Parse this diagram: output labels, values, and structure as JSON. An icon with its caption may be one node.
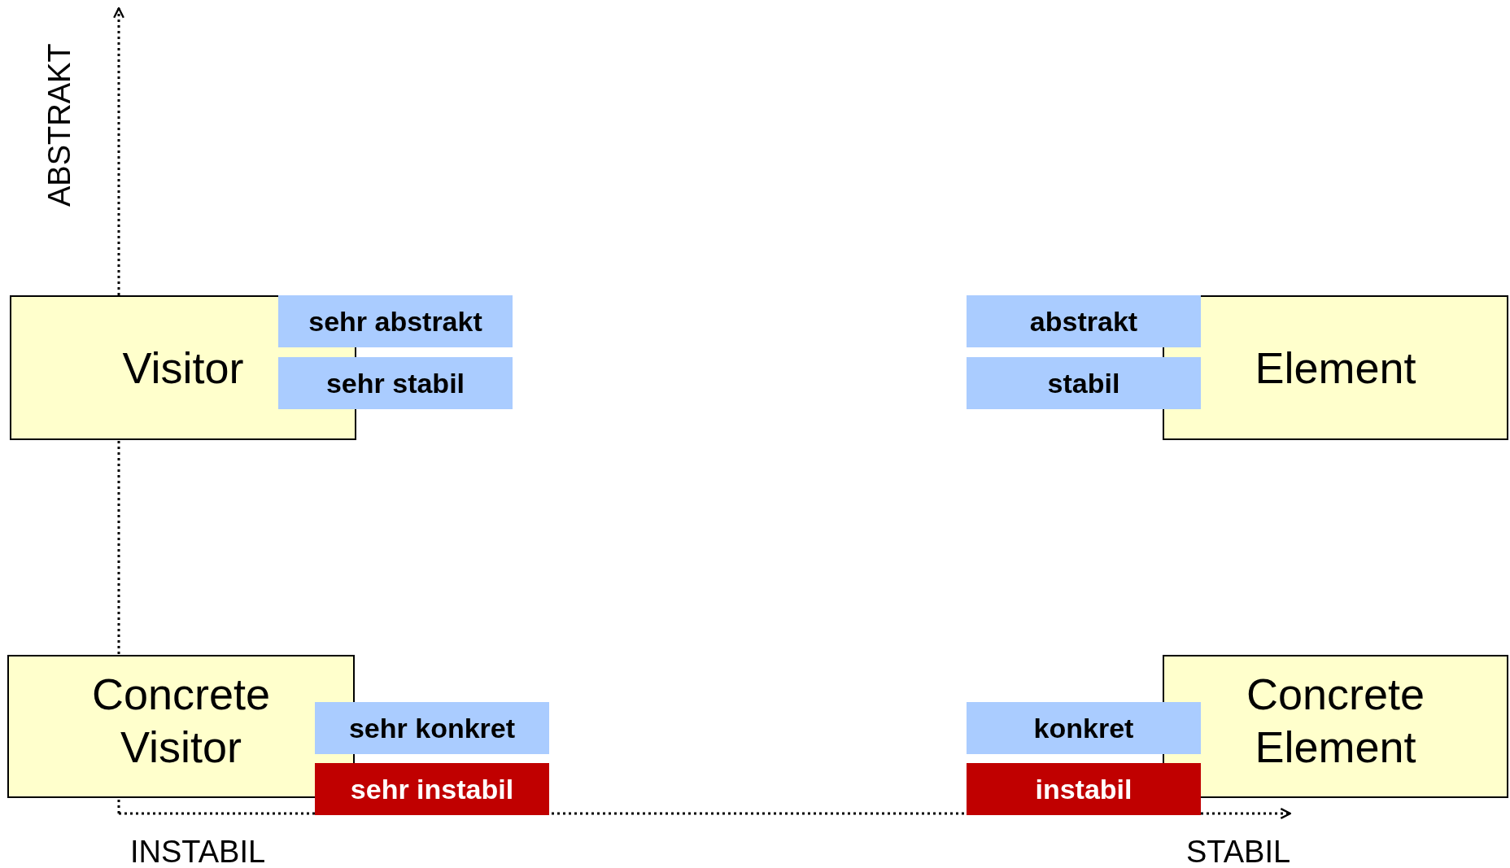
{
  "diagram": {
    "nodes": [
      {
        "text": [
          "Visitor"
        ]
      },
      {
        "text": [
          "sehr abstrakt"
        ]
      },
      {
        "text": [
          "sehr stabil"
        ]
      },
      {
        "text": [
          "abstrakt"
        ]
      },
      {
        "text": [
          "stabil"
        ]
      },
      {
        "text": [
          "Element"
        ]
      },
      {
        "text": [
          "Concrete Visitor"
        ]
      },
      {
        "text": [
          "sehr konkret"
        ]
      },
      {
        "text": [
          "sehr instabil"
        ]
      },
      {
        "text": [
          "konkret"
        ]
      },
      {
        "text": [
          "instabil"
        ]
      },
      {
        "text": [
          "Concrete Element"
        ]
      }
    ],
    "labels": [
      "ABSTRAKT",
      "INSTABIL",
      "STABIL"
    ]
  }
}
